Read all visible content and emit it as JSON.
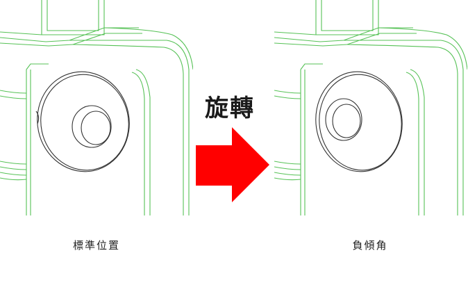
{
  "captions": {
    "left": "標準位置",
    "right": "負傾角"
  },
  "action_label": "旋轉",
  "icons": {
    "arrow": "right-arrow-icon"
  },
  "colors": {
    "outline": "#55c155",
    "hole": "#333333",
    "arrow": "#ff0000",
    "text": "#222222"
  }
}
